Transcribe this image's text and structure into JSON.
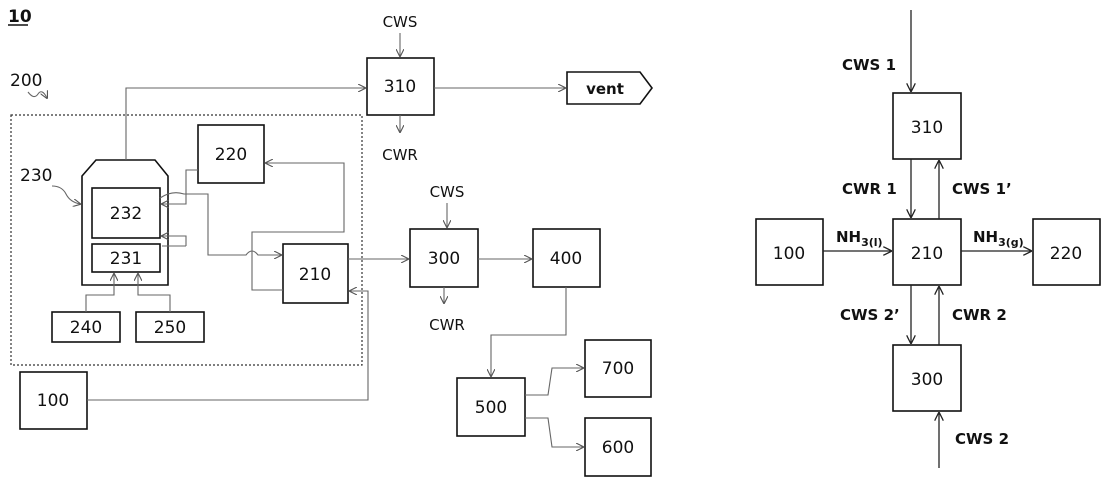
{
  "figure_label": "10",
  "left": {
    "group_label": "200",
    "vessel_label": "230",
    "boxes": {
      "b310": "310",
      "b220": "220",
      "b232": "232",
      "b231": "231",
      "b210": "210",
      "b300": "300",
      "b400": "400",
      "b240": "240",
      "b250": "250",
      "b100": "100",
      "b500": "500",
      "b700": "700",
      "b600": "600"
    },
    "cws_top": "CWS",
    "cwr_top": "CWR",
    "cws_mid": "CWS",
    "cwr_mid": "CWR",
    "vent": "vent"
  },
  "right": {
    "boxes": {
      "b310": "310",
      "b100": "100",
      "b210": "210",
      "b220": "220",
      "b300": "300"
    },
    "cws1": "CWS 1",
    "cwr1": "CWR 1",
    "cws1p": "CWS 1’",
    "cws2p": "CWS 2’",
    "cwr2": "CWR 2",
    "cws2": "CWS 2",
    "nh3_liquid": {
      "base": "NH",
      "sub": "3(l)"
    },
    "nh3_gas": {
      "base": "NH",
      "sub": "3(g)"
    }
  },
  "colors": {
    "line": "#666666",
    "box": "#111111"
  }
}
